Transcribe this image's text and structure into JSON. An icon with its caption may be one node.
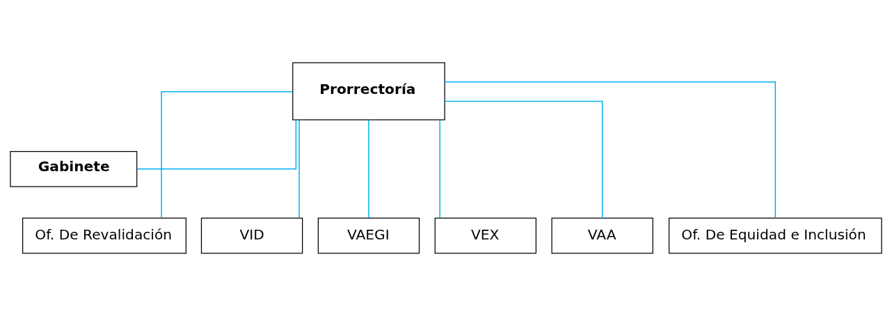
{
  "diagram": {
    "nodes": [
      {
        "text": [
          "Prorrectoría"
        ]
      },
      {
        "text": [
          "Gabinete"
        ]
      },
      {
        "text": [
          "Of. De Revalidación"
        ]
      },
      {
        "text": [
          "VID"
        ]
      },
      {
        "text": [
          "VAEGI"
        ]
      },
      {
        "text": [
          "VEX"
        ]
      },
      {
        "text": [
          "VAA"
        ]
      },
      {
        "text": [
          "Of. De Equidad e Inclusión"
        ]
      }
    ],
    "edges": [
      {
        "from": 0,
        "to": 1,
        "arrow": "none"
      },
      {
        "from": 0,
        "to": 2,
        "arrow": "none"
      },
      {
        "from": 0,
        "to": 3,
        "arrow": "none"
      },
      {
        "from": 0,
        "to": 4,
        "arrow": "none"
      },
      {
        "from": 0,
        "to": 5,
        "arrow": "none"
      },
      {
        "from": 0,
        "to": 6,
        "arrow": "none"
      },
      {
        "from": 0,
        "to": 7,
        "arrow": "none"
      }
    ]
  }
}
